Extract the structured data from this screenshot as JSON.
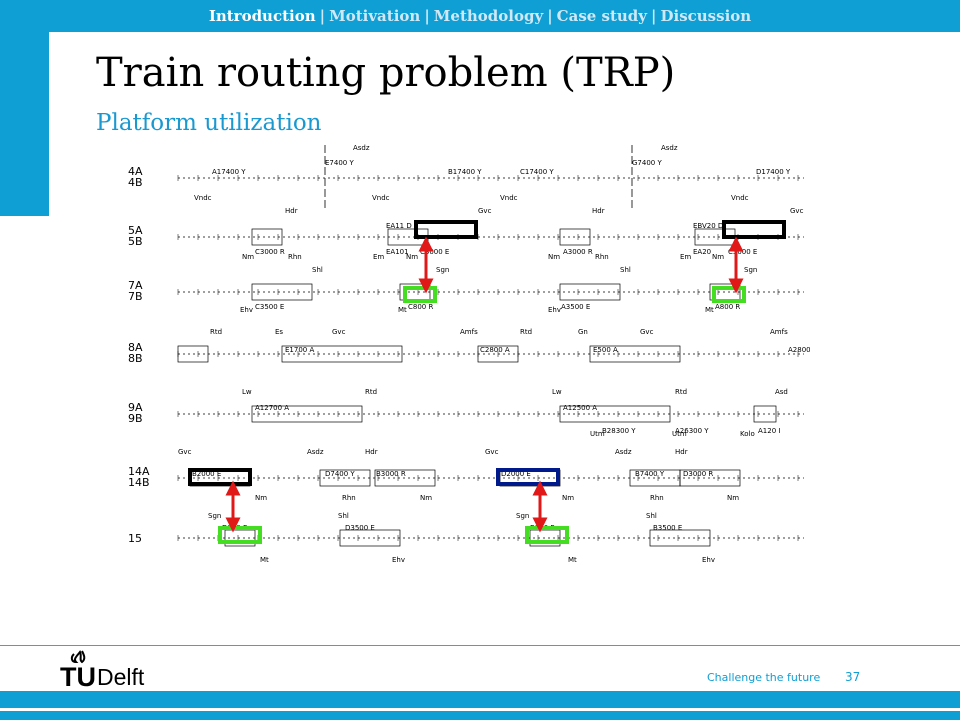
{
  "nav": {
    "items": [
      "Introduction",
      "Motivation",
      "Methodology",
      "Case study",
      "Discussion"
    ],
    "active": "Introduction",
    "separator": "|"
  },
  "slide": {
    "title": "Train routing problem (TRP)",
    "subtitle": "Platform utilization"
  },
  "diagram": {
    "tracks": [
      {
        "name": "4A\n4B",
        "stations": [
          "Asdz",
          "Asdz",
          "Vndc",
          "Vndc",
          "Vndc",
          "Vndc"
        ],
        "trains": [
          "E7400 Y",
          "A17400 Y",
          "B17400 Y",
          "C17400 Y",
          "G7400 Y",
          "D17400 Y"
        ]
      },
      {
        "name": "5A\n5B",
        "stations": [
          "Hdr",
          "Gvc",
          "Hdr",
          "Gvc",
          "Nm",
          "Rhn",
          "Em",
          "Nm",
          "Nm",
          "Rhn",
          "Em",
          "Nm"
        ],
        "trains": [
          "C3000 R",
          "EA11 D",
          "EA101",
          "C3000 E",
          "A3000 R",
          "EBV20 D",
          "EA20",
          "C3000 E"
        ]
      },
      {
        "name": "7A\n7B",
        "stations": [
          "Shl",
          "Sgn",
          "Shl",
          "Sgn",
          "Ehv",
          "Mt",
          "Ehv",
          "Mt"
        ],
        "trains": [
          "C3500 E",
          "C800 R",
          "A3500 E",
          "A800 R"
        ]
      },
      {
        "name": "8A\n8B",
        "stations": [
          "Rtd",
          "Es",
          "Gvc",
          "Amfs",
          "Rtd",
          "Gn",
          "Gvc",
          "Amfs"
        ],
        "trains": [
          "E1700 A",
          "C2800 A",
          "E500 A",
          "A2800"
        ]
      },
      {
        "name": "9A\n9B",
        "stations": [
          "Lw",
          "Rtd",
          "Lw",
          "Rtd",
          "Asd",
          "Utm",
          "Utm",
          "Kolo"
        ],
        "trains": [
          "A12700 A",
          "A12500 A",
          "B28300 Y",
          "A26300 Y",
          "A120 I"
        ]
      },
      {
        "name": "14A\n14B",
        "stations": [
          "Gvc",
          "Asdz",
          "Hdr",
          "Gvc",
          "Asdz",
          "Hdr",
          "Nm",
          "Rhn",
          "Nm",
          "Nm",
          "Rhn",
          "Nm"
        ],
        "trains": [
          "B2000 E",
          "D7400 Y",
          "B3000 R",
          "D2000 E",
          "B7400 Y",
          "D3000 R"
        ]
      },
      {
        "name": "15",
        "stations": [
          "Sgn",
          "Shl",
          "Sgn",
          "Shl",
          "Mt",
          "Ehv",
          "Mt",
          "Ehv"
        ],
        "trains": [
          "D800 R",
          "D3500 E",
          "B800 R",
          "B3500 E"
        ]
      }
    ],
    "colors": {
      "primary_route": "#000000",
      "alt_route_blue": "#001a8c",
      "secondary_route": "#44dd22",
      "arrow": "#e01818"
    }
  },
  "footer": {
    "brand_letters": "TU",
    "brand_name": "Delft",
    "slogan": "Challenge the future",
    "page_number": "37"
  },
  "colors": {
    "accent": "#0f9fd4",
    "subtitle": "#1a99d1"
  }
}
